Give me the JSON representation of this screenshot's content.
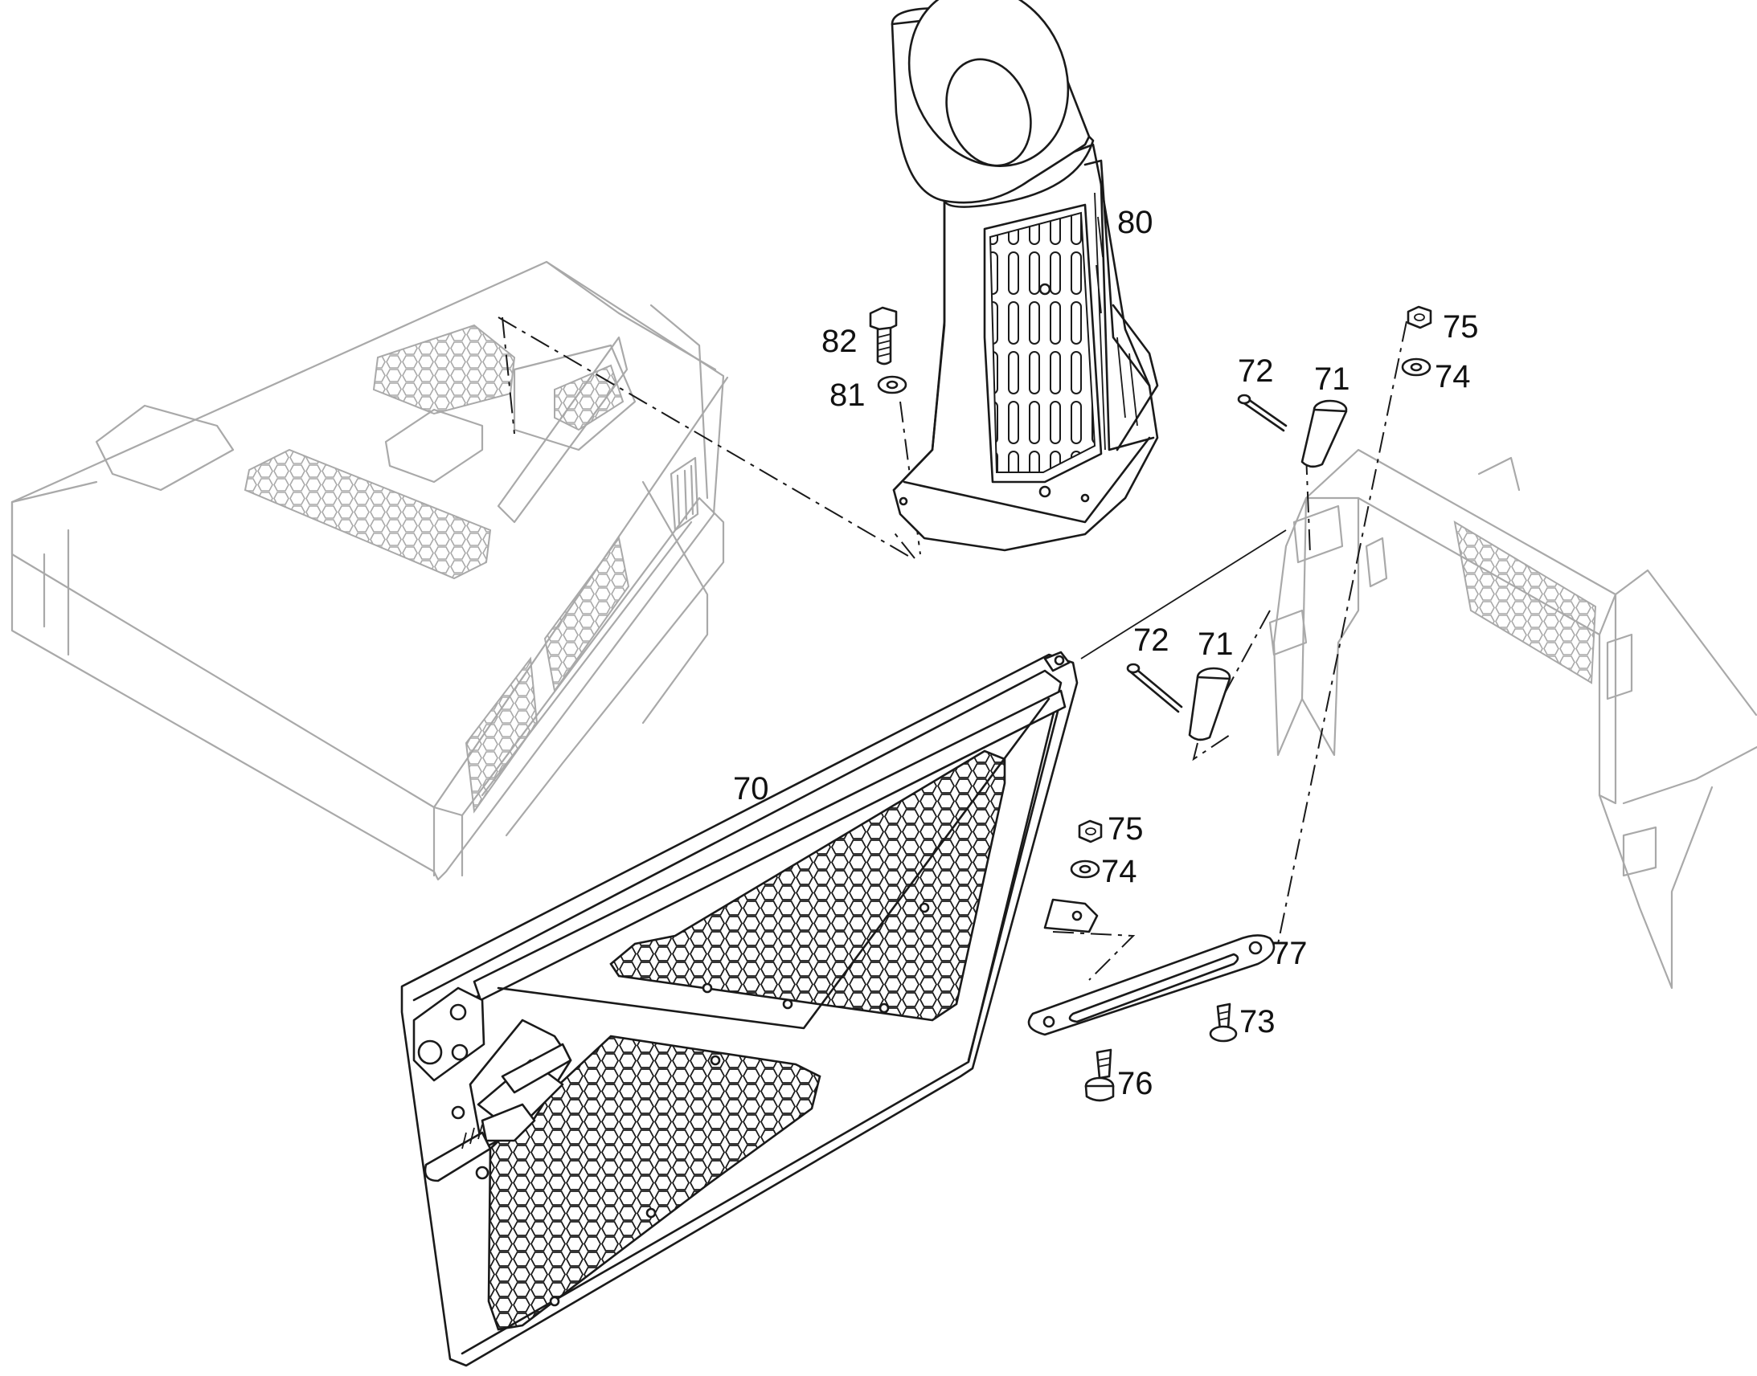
{
  "callouts": {
    "c70": "70",
    "c71a": "71",
    "c71b": "71",
    "c72a": "72",
    "c72b": "72",
    "c73": "73",
    "c74a": "74",
    "c74b": "74",
    "c75a": "75",
    "c75b": "75",
    "c76": "76",
    "c77": "77",
    "c80": "80",
    "c81": "81",
    "c82": "82"
  },
  "colors": {
    "line": "#1a1a1a",
    "ghost_line": "#a9a9a9",
    "background": "#ffffff"
  }
}
